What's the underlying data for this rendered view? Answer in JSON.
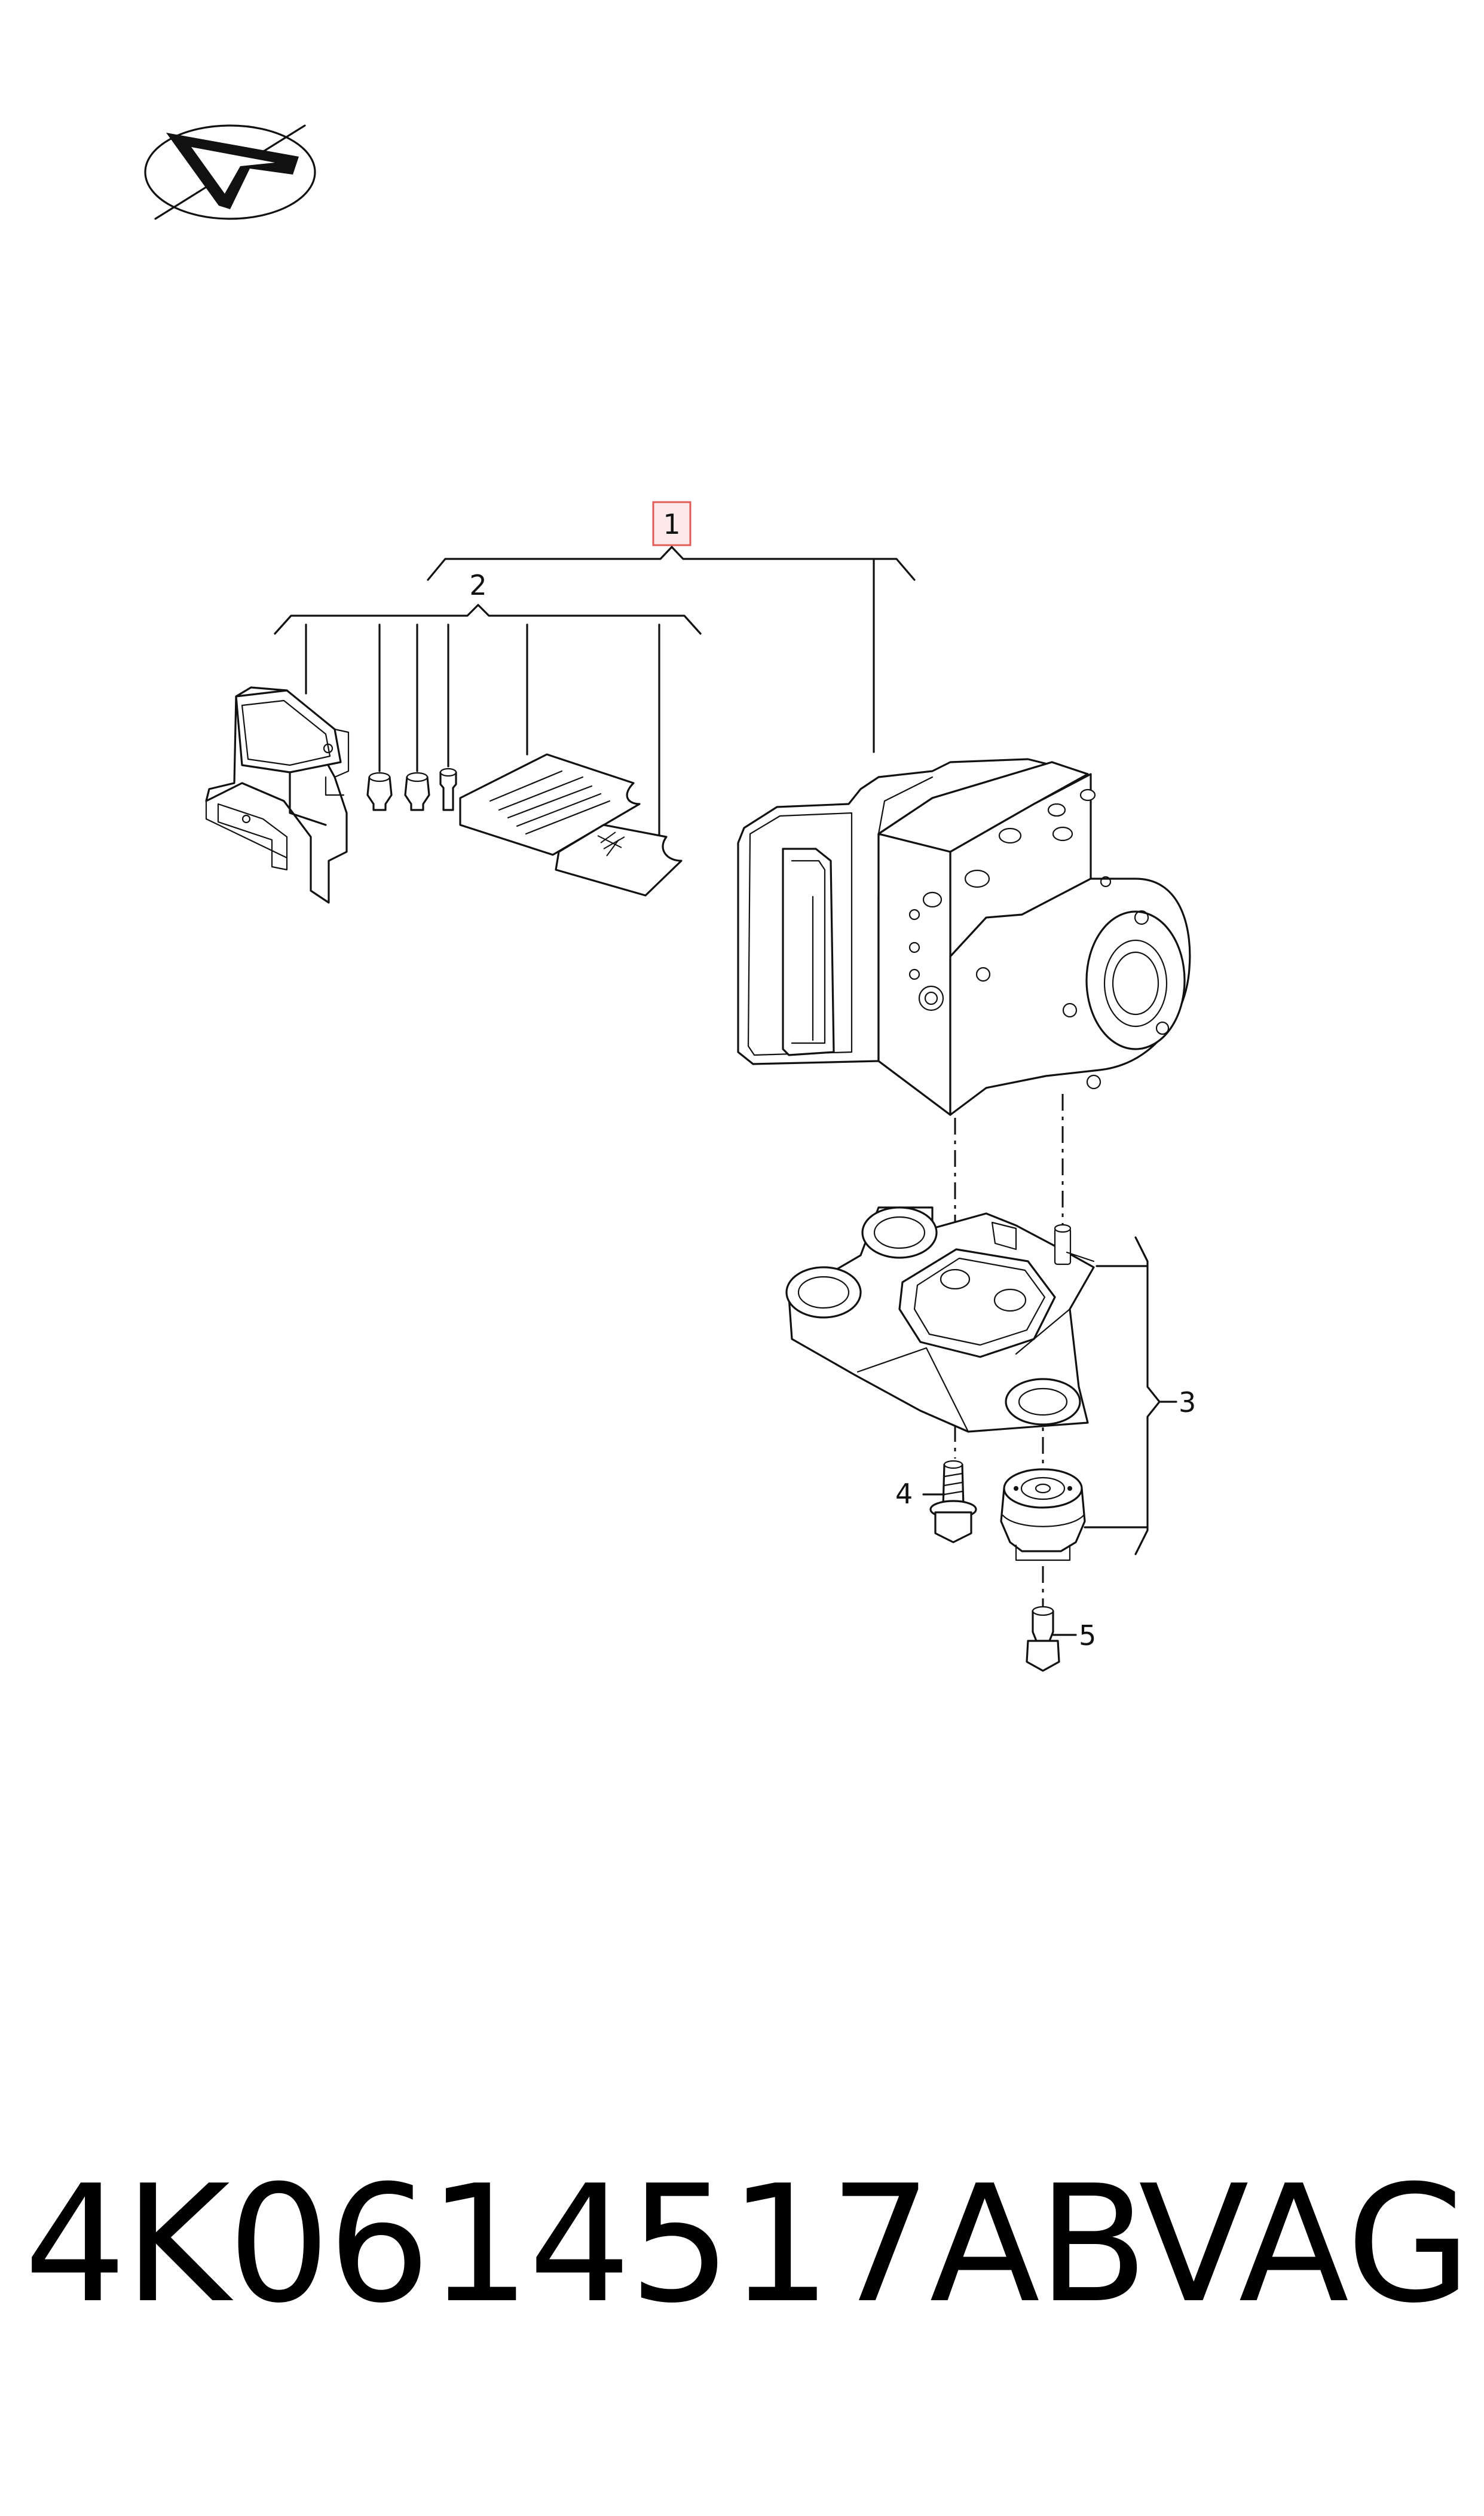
{
  "diagram": {
    "callouts": {
      "c1": "1",
      "c2": "2",
      "c3": "3",
      "c4": "4",
      "c5": "5"
    },
    "highlight_color": "#e05a5a"
  },
  "footer": {
    "part_number": "4K0614517AB",
    "manufacturer": "VAG"
  }
}
